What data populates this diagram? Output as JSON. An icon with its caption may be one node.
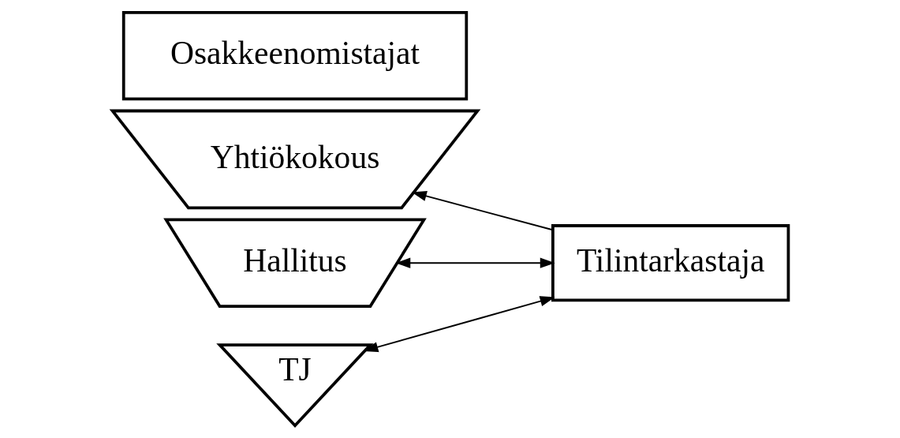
{
  "diagram": {
    "nodes": [
      {
        "text": [
          "Osakkeenomistajat"
        ]
      },
      {
        "text": [
          "Yhtiökokous"
        ]
      },
      {
        "text": [
          "Hallitus"
        ]
      },
      {
        "text": [
          "TJ"
        ]
      },
      {
        "text": [
          "Tilintarkastaja"
        ]
      }
    ],
    "edges": [
      {
        "from": 4,
        "to": 1,
        "arrow": "to"
      },
      {
        "from": 4,
        "to": 2,
        "arrow": "both"
      },
      {
        "from": 4,
        "to": 3,
        "arrow": "both"
      }
    ]
  }
}
